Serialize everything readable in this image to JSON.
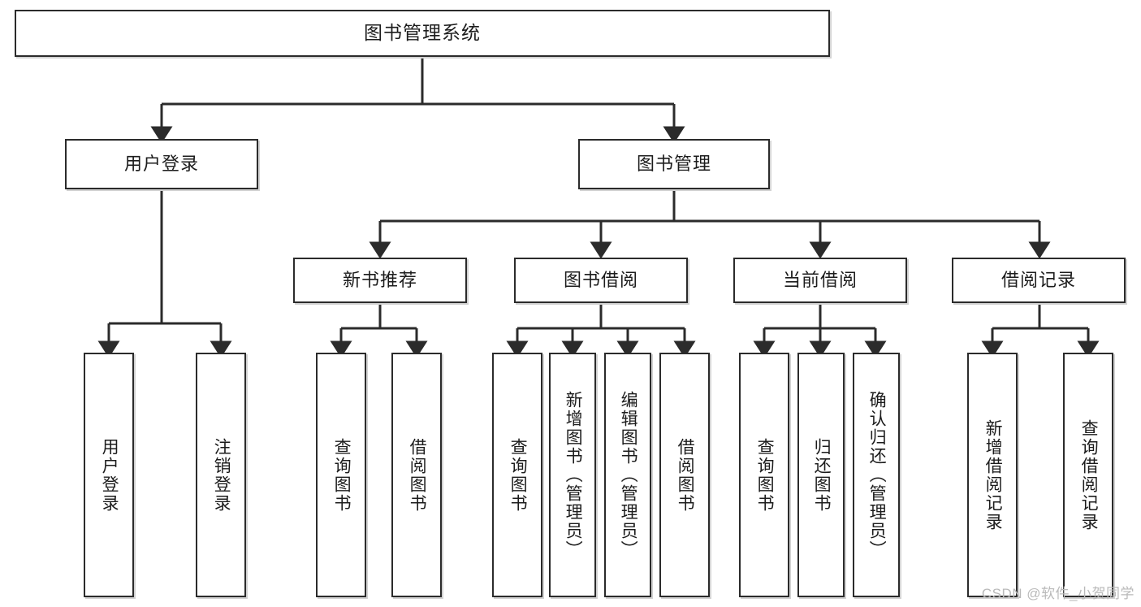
{
  "diagram": {
    "title": "图书管理系统",
    "type": "tree",
    "watermark": "CSDN @软件_小贺同学",
    "colors": {
      "border": "#2b2b2b",
      "shadow": "#d2d2d2",
      "background": "#ffffff",
      "text": "#1c1c1c",
      "watermark": "#b9b9b9"
    },
    "root": {
      "label": "图书管理系统"
    },
    "level1": [
      {
        "label": "用户登录"
      },
      {
        "label": "图书管理"
      }
    ],
    "level2": [
      {
        "label": "新书推荐"
      },
      {
        "label": "图书借阅"
      },
      {
        "label": "当前借阅"
      },
      {
        "label": "借阅记录"
      }
    ],
    "leaves": {
      "user_login": [
        {
          "label": "用户登录"
        },
        {
          "label": "注销登录"
        }
      ],
      "new_book_recommend": [
        {
          "label": "查询图书"
        },
        {
          "label": "借阅图书"
        }
      ],
      "book_borrow": [
        {
          "label": "查询图书"
        },
        {
          "label": "新增图书（管理员）"
        },
        {
          "label": "编辑图书（管理员）"
        },
        {
          "label": "借阅图书"
        }
      ],
      "current_borrow": [
        {
          "label": "查询图书"
        },
        {
          "label": "归还图书"
        },
        {
          "label": "确认归还（管理员）"
        }
      ],
      "borrow_record": [
        {
          "label": "新增借阅记录"
        },
        {
          "label": "查询借阅记录"
        }
      ]
    }
  }
}
